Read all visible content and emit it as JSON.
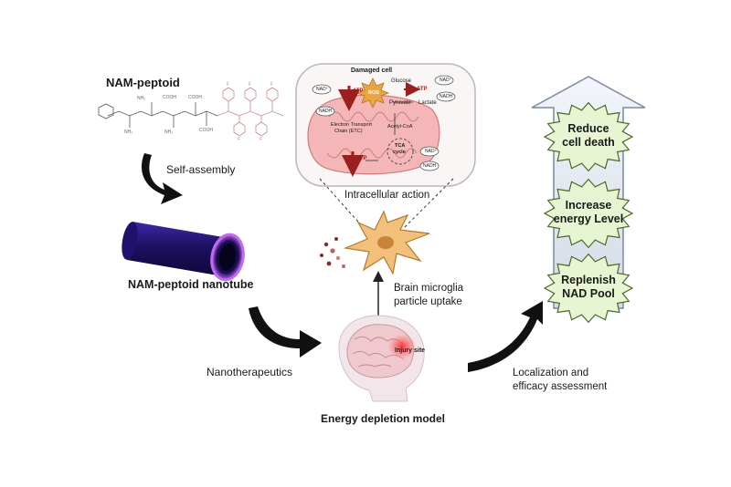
{
  "labels": {
    "nam_peptoid": "NAM-peptoid",
    "self_assembly": "Self-assembly",
    "nanotube": "NAM-peptoid nanotube",
    "nanotherapeutics": "Nanotherapeutics",
    "intracellular_action": "Intracellular action",
    "microglia_line1": "Brain microglia",
    "microglia_line2": "particle uptake",
    "energy_model": "Energy depletion model",
    "injury_site": "Injury site",
    "localization_line1": "Localization and",
    "localization_line2": "efficacy assessment"
  },
  "molecule": {
    "nh2_label": "NH₂",
    "cooh_label": "COOH",
    "f_label": "F"
  },
  "cell_panel": {
    "damaged_cell": "Damaged cell",
    "atp": "ATP",
    "ros": "ROS",
    "nad_plus": "NAD⁺",
    "nadh": "NADH",
    "glucose": "Glucose",
    "pyruvate": "Pyruvate",
    "lactate": "Lactate",
    "etc_line1": "Electron Transport",
    "etc_line2": "Chain (ETC)",
    "acetyl_coa": "Acetyl-CoA",
    "tca_line1": "TCA",
    "tca_line2": "cycle"
  },
  "outcomes": [
    {
      "line1": "Reduce",
      "line2": "cell death"
    },
    {
      "line1": "Increase",
      "line2": "energy Level"
    },
    {
      "line1": "Replenish",
      "line2": "NAD Pool"
    }
  ],
  "colors": {
    "nanotube_outer": "#1c1060",
    "nanotube_rim": "#b050e0",
    "star_fill": "#e8f5d2",
    "star_stroke": "#4a6a2a",
    "arrow_fill": "#dde4ee",
    "mito_fill": "#f4b6b6",
    "neuron_fill": "#f2c07a",
    "injury": "#e53935"
  }
}
